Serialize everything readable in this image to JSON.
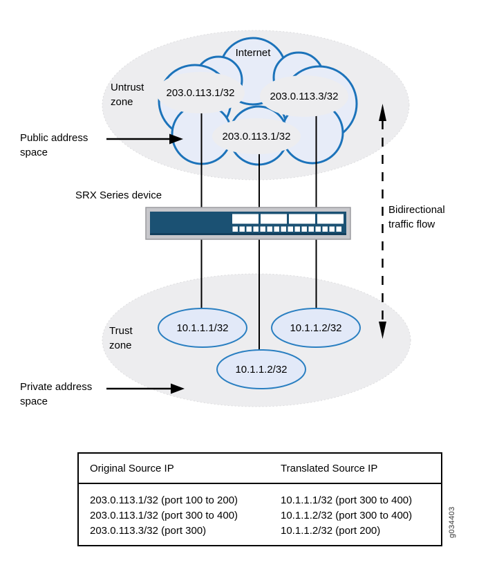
{
  "colors": {
    "cloud_stroke": "#1c73ba",
    "cloud_fill": "#e7ecf8",
    "zone_fill": "#ededef",
    "zone_edge": "#dcdcde",
    "ip_bubble_gray": "#ededef",
    "trust_bubble_fill": "#e2e9f8",
    "trust_bubble_stroke": "#2a7fc1",
    "device_navy": "#1b5173",
    "device_navy_dark": "#123f5c",
    "device_frame": "#c7c7cb",
    "device_frame_edge": "#9b9b9f",
    "port_white": "#ffffff",
    "line_black": "#000000"
  },
  "zones": {
    "untrust_label": "Untrust\nzone",
    "trust_label": "Trust\nzone"
  },
  "labels": {
    "internet": "Internet",
    "public_address": "Public address\nspace",
    "private_address": "Private address\nspace",
    "srx_device": "SRX Series device",
    "bidirectional": "Bidirectional\ntraffic flow",
    "figure_id": "g034403"
  },
  "untrust_ips": [
    "203.0.113.1/32",
    "203.0.113.3/32",
    "203.0.113.1/32"
  ],
  "trust_ips": [
    "10.1.1.1/32",
    "10.1.1.2/32",
    "10.1.1.2/32"
  ],
  "table": {
    "headers": [
      "Original Source IP",
      "Translated Source IP"
    ],
    "rows": [
      {
        "original": "203.0.113.1/32 (port 100 to 200)",
        "translated": "10.1.1.1/32 (port 300 to 400)"
      },
      {
        "original": "203.0.113.1/32 (port 300 to 400)",
        "translated": "10.1.1.2/32 (port 300 to 400)"
      },
      {
        "original": "203.0.113.3/32 (port 300)",
        "translated": "10.1.1.2/32 (port 200)"
      }
    ]
  }
}
